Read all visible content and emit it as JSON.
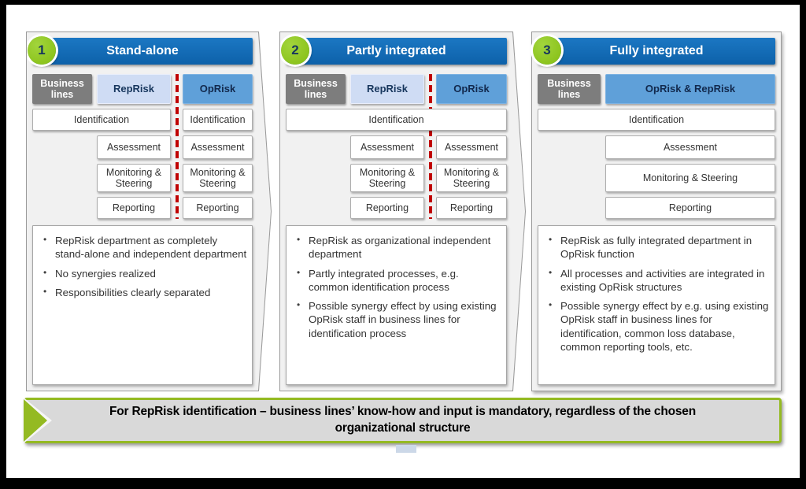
{
  "slide": {
    "panels": [
      {
        "number": "1",
        "title": "Stand-alone",
        "business_lines": "Business lines",
        "reprisk_header": "RepRisk",
        "oprisk_header": "OpRisk",
        "shared_identification": "Identification",
        "reprisk_rows": {
          "assessment": "Assessment",
          "monitoring": "Monitoring & Steering",
          "reporting": "Reporting"
        },
        "oprisk_rows": {
          "identification": "Identification",
          "assessment": "Assessment",
          "monitoring": "Monitoring & Steering",
          "reporting": "Reporting"
        },
        "bullets": [
          "RepRisk department as completely stand-alone and independent department",
          "No synergies realized",
          "Responsibilities clearly separated"
        ]
      },
      {
        "number": "2",
        "title": "Partly integrated",
        "business_lines": "Business lines",
        "reprisk_header": "RepRisk",
        "oprisk_header": "OpRisk",
        "shared_identification": "Identification",
        "reprisk_rows": {
          "assessment": "Assessment",
          "monitoring": "Monitoring & Steering",
          "reporting": "Reporting"
        },
        "oprisk_rows": {
          "assessment": "Assessment",
          "monitoring": "Monitoring & Steering",
          "reporting": "Reporting"
        },
        "bullets": [
          "RepRisk as organizational independent department",
          "Partly integrated processes, e.g. common identification process",
          "Possible synergy effect by using existing OpRisk staff in business lines for identification process"
        ]
      },
      {
        "number": "3",
        "title": "Fully integrated",
        "business_lines": "Business lines",
        "merged_header": "OpRisk & RepRisk",
        "rows": {
          "identification": "Identification",
          "assessment": "Assessment",
          "monitoring": "Monitoring & Steering",
          "reporting": "Reporting"
        },
        "bullets": [
          "RepRisk as fully integrated department in OpRisk function",
          "All processes and activities are integrated in existing OpRisk structures",
          "Possible synergy effect by e.g. using existing OpRisk staff in business lines for identification, common loss database, common reporting tools, etc."
        ]
      }
    ],
    "banner": {
      "text": "For RepRisk identification – business lines’ know-how and input is mandatory, regardless of the chosen organizational structure"
    },
    "colors": {
      "header_blue": "#0f67b1",
      "oprisk_blue": "#5fa0d9",
      "reprisk_light_blue": "#cfdcf4",
      "business_lines_gray": "#7d7d7d",
      "accent_green": "#8cc41e",
      "divider_red": "#c00000",
      "banner_border_green": "#94ba22",
      "banner_fill_gray": "#d9d9d9"
    }
  }
}
